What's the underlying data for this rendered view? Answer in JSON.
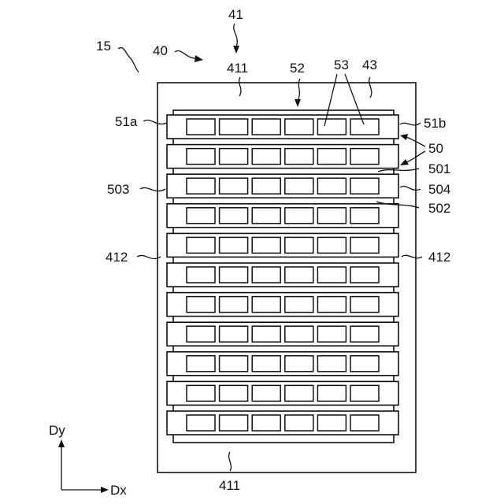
{
  "labels": {
    "l41": "41",
    "l15": "15",
    "l40": "40",
    "l411_top": "411",
    "l52": "52",
    "l53": "53",
    "l43": "43",
    "l51a": "51a",
    "l51b": "51b",
    "l50": "50",
    "l501": "501",
    "l503": "503",
    "l504": "504",
    "l502": "502",
    "l412_left": "412",
    "l412_right": "412",
    "l411_bottom": "411"
  },
  "axes": {
    "dy": "Dy",
    "dx": "Dx"
  },
  "grid": {
    "rows": 11,
    "cells_per_row": 6
  }
}
